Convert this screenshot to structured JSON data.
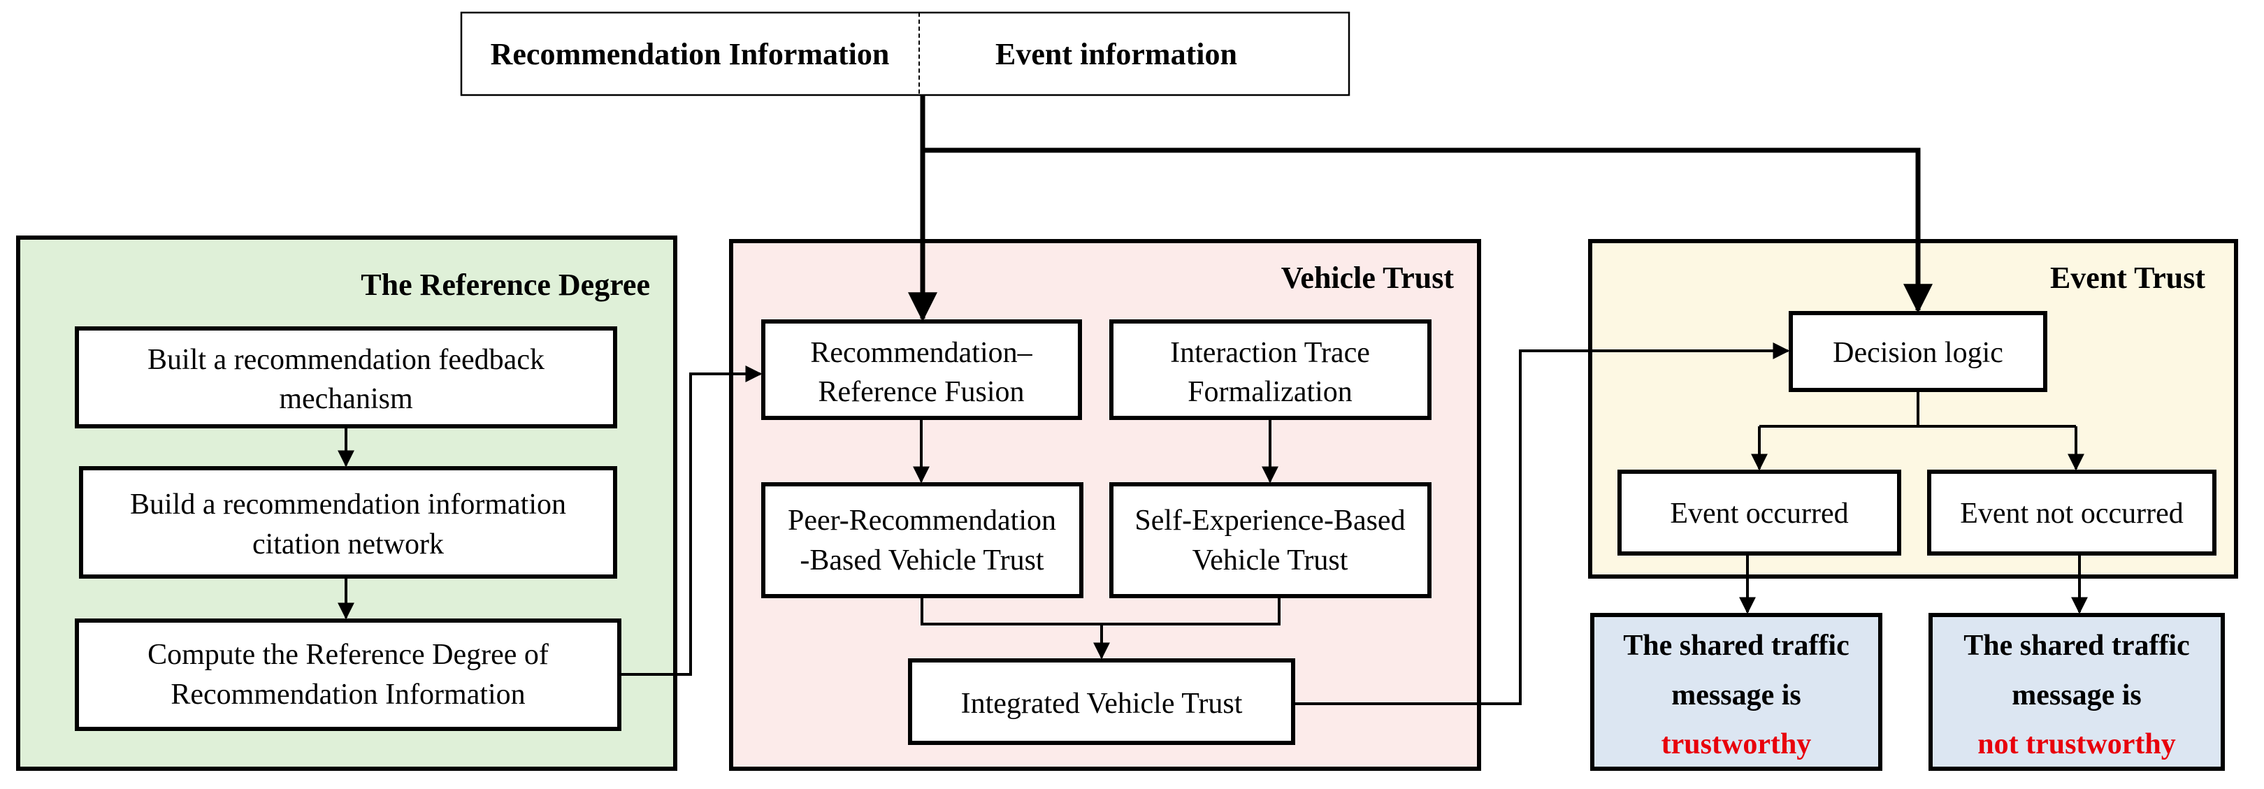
{
  "top_box": {
    "left_label": "Recommendation Information",
    "right_label": "Event information"
  },
  "reference_degree": {
    "title": "The Reference Degree",
    "step1": [
      "Built a recommendation feedback",
      "mechanism"
    ],
    "step2": [
      "Build a recommendation information",
      "citation network"
    ],
    "step3": [
      "Compute the Reference Degree of",
      "Recommendation Information"
    ]
  },
  "vehicle_trust": {
    "title": "Vehicle Trust",
    "fusion": [
      "Recommendation–",
      "Reference Fusion"
    ],
    "trace": [
      "Interaction Trace",
      "Formalization"
    ],
    "peer": [
      "Peer-Recommendation",
      "-Based Vehicle Trust"
    ],
    "self": [
      "Self-Experience-Based",
      "Vehicle Trust"
    ],
    "integrated": "Integrated Vehicle Trust"
  },
  "event_trust": {
    "title": "Event Trust",
    "decision": "Decision logic",
    "occurred": "Event occurred",
    "not_occurred": "Event not occurred"
  },
  "outcomes": {
    "trustworthy": {
      "line1": "The shared traffic",
      "line2": "message is",
      "verdict": "trustworthy"
    },
    "not_trustworthy": {
      "line1": "The shared traffic",
      "line2": "message is",
      "verdict": "not trustworthy"
    }
  },
  "colors": {
    "reference_panel": "#dff0d8",
    "vehicle_panel": "#fcebea",
    "event_panel": "#fdf8e3",
    "outcome_box": "#dce6f2",
    "verdict_red": "#e8000b"
  }
}
